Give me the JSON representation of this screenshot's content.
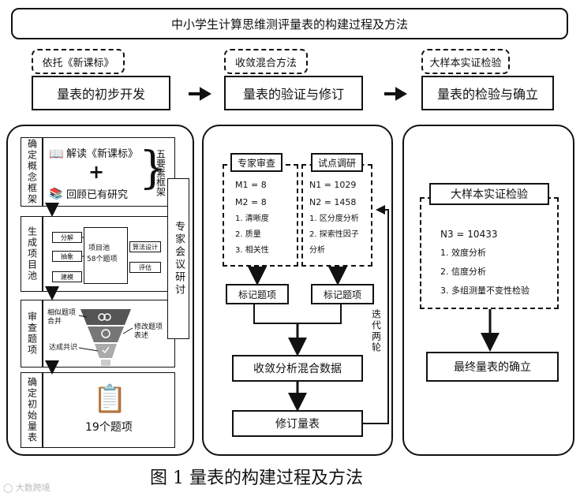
{
  "title": "中小学生计算思维测评量表的构建过程及方法",
  "caption": "图 1   量表的构建过程及方法",
  "watermark": "大数跨境",
  "colors": {
    "ink": "#111111",
    "funnel_top": "#555555",
    "funnel_mid": "#777777",
    "funnel_bottom": "#aaaaaa"
  },
  "stages": [
    {
      "method": "依托《新课标》",
      "name": "量表的初步开发"
    },
    {
      "method": "收敛混合方法",
      "name": "量表的验证与修订"
    },
    {
      "method": "大样本实证检验",
      "name": "量表的检验与确立"
    }
  ],
  "panel1": {
    "rows": [
      {
        "label": "确定概念框架"
      },
      {
        "label": "生成项目池"
      },
      {
        "label": "审查题项"
      },
      {
        "label": "确定初始量表"
      }
    ],
    "concept": {
      "item1": "解读《新课标》",
      "item2": "回顾已有研究",
      "brace_label": "五要素框架",
      "plus": "+"
    },
    "pool": {
      "left_tags": [
        "分解",
        "抽象",
        "建模"
      ],
      "center_lines": [
        "项目池",
        "58个题项"
      ],
      "right_tags": [
        "算法设计",
        "评估"
      ]
    },
    "review": {
      "merge": "相似题项合并",
      "revise": "修改题项表述",
      "consensus": "达成共识"
    },
    "final": {
      "count": "19个题项"
    },
    "expert_meeting": "专家会议研讨"
  },
  "panel2": {
    "expert": {
      "title": "专家审查",
      "lines": [
        "M1 = 8",
        "M2 = 8",
        "1. 清晰度",
        "2. 质量",
        "3. 相关性"
      ]
    },
    "pilot": {
      "title": "试点调研",
      "lines": [
        "N1 = 1029",
        "N2 = 1458",
        "1. 区分度分析",
        "2. 探索性因子",
        "分析"
      ]
    },
    "mark1": "标记题项",
    "mark2": "标记题项",
    "converge": "收敛分析混合数据",
    "revise": "修订量表",
    "iterate": "迭代两轮"
  },
  "panel3": {
    "title": "大样本实证检验",
    "lines": [
      "N3 =  10433",
      "1. 效度分析",
      "2. 信度分析",
      "3. 多组测量不变性检验"
    ],
    "result": "最终量表的确立"
  }
}
